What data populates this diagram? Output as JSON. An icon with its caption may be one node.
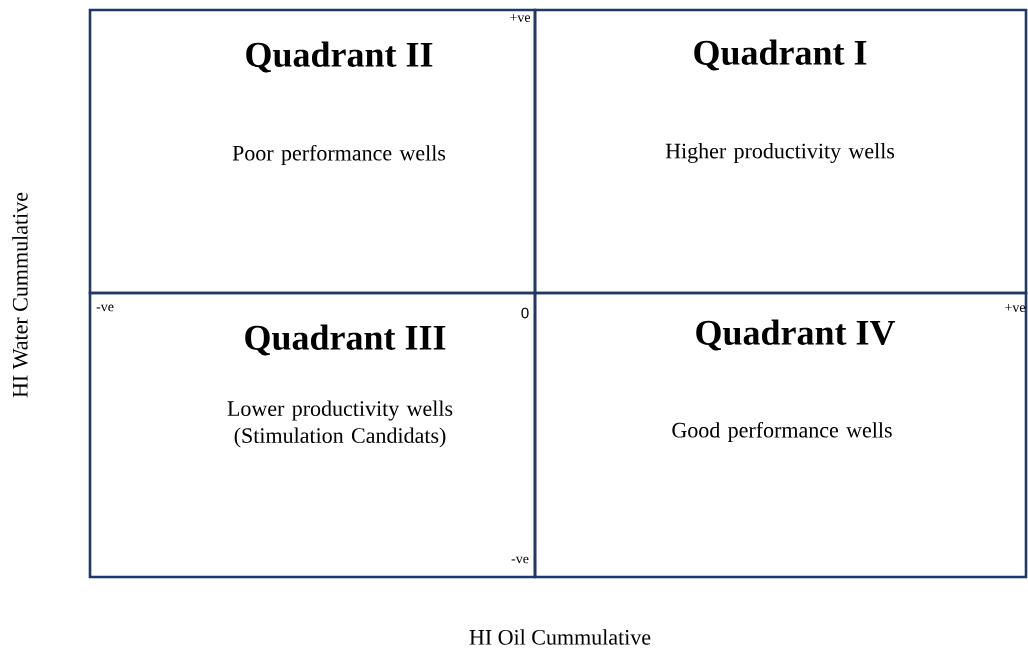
{
  "diagram": {
    "nodes": [
      {
        "text": [
          "Quadrant II",
          "Poor performance wells"
        ]
      },
      {
        "text": [
          "Quadrant I",
          "Higher productivity wells"
        ]
      },
      {
        "text": [
          "Quadrant III",
          "Lower productivity wells (Stimulation Candidats)"
        ]
      },
      {
        "text": [
          "Quadrant IV",
          "Good performance wells"
        ]
      }
    ],
    "labels": [
      "+ve",
      "-ve",
      "0",
      "+ve",
      "-ve",
      "HI Water Cummulative",
      "HI Oil Cummulative"
    ]
  }
}
